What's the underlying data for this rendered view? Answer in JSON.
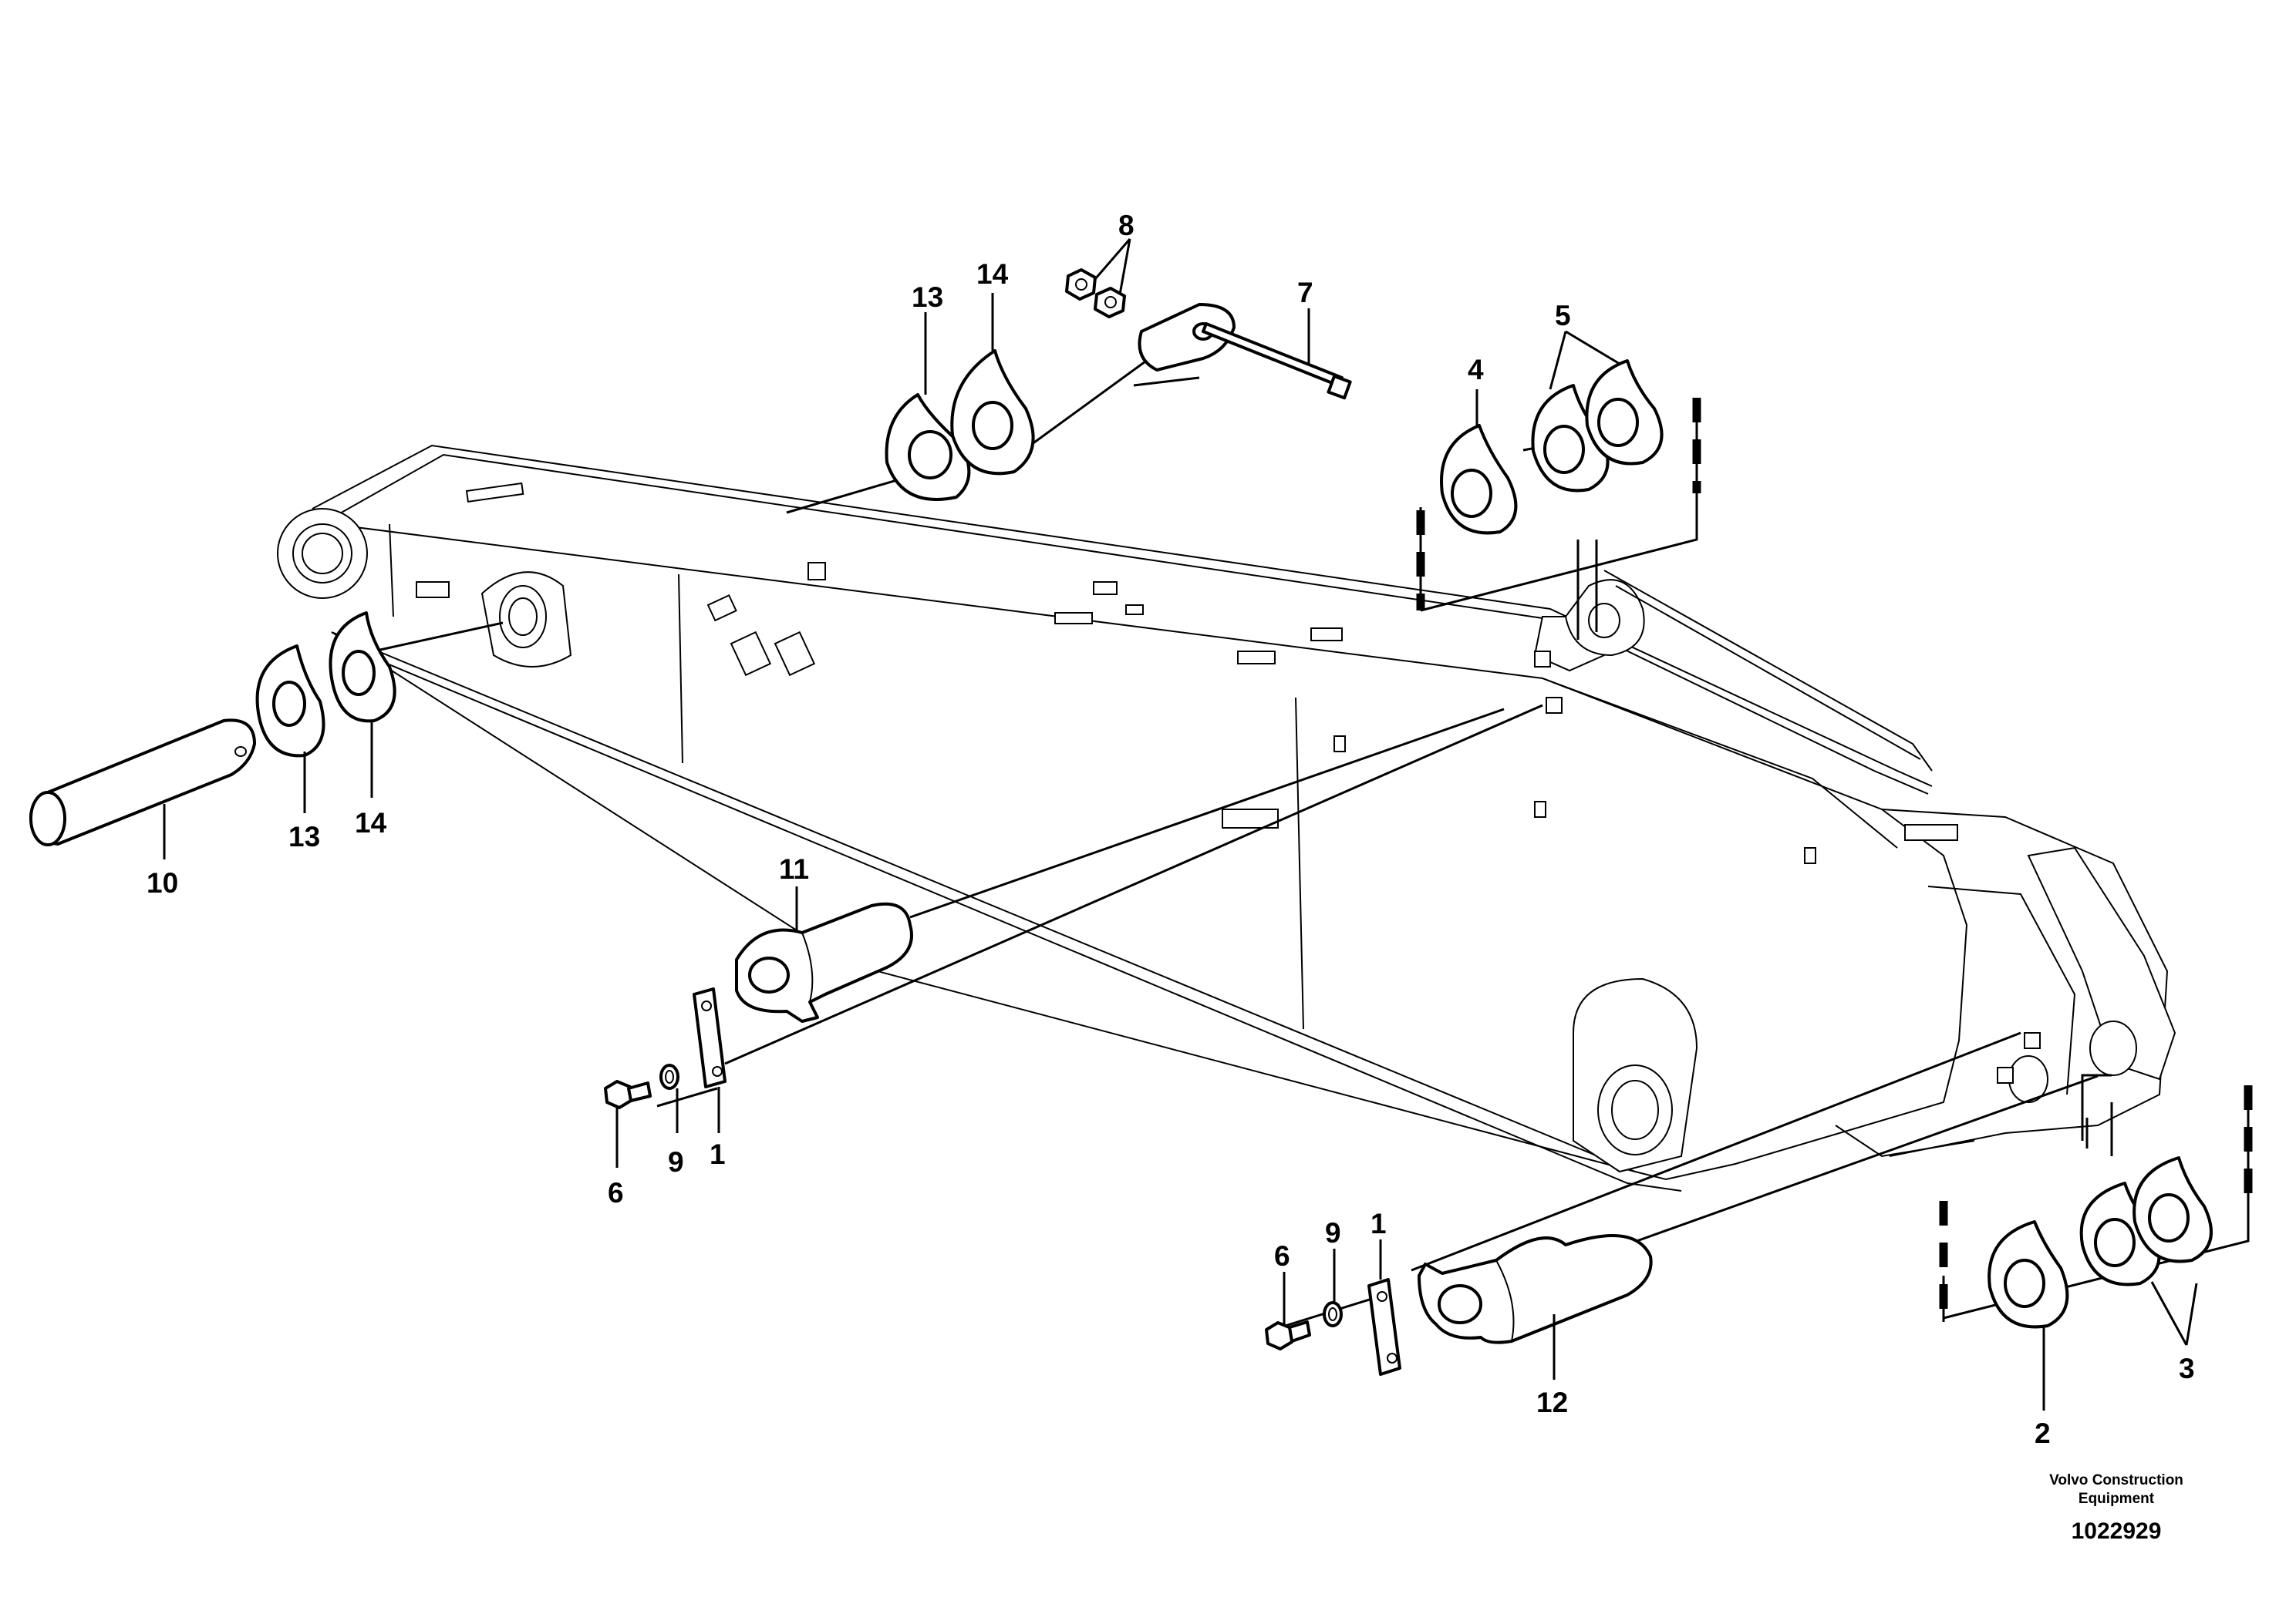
{
  "callouts": {
    "c1a": "1",
    "c1b": "1",
    "c2": "2",
    "c3": "3",
    "c4": "4",
    "c5": "5",
    "c6a": "6",
    "c6b": "6",
    "c7": "7",
    "c8": "8",
    "c9a": "9",
    "c9b": "9",
    "c10": "10",
    "c11": "11",
    "c12": "12",
    "c13a": "13",
    "c13b": "13",
    "c14a": "14",
    "c14b": "14"
  },
  "footer": {
    "brand_line1": "Volvo Construction",
    "brand_line2": "Equipment",
    "reference": "1022929"
  }
}
